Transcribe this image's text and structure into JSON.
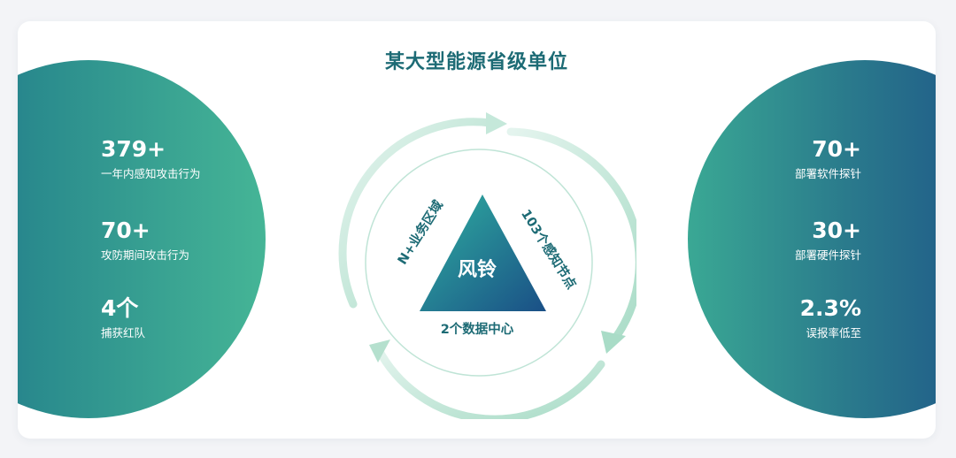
{
  "title": "某大型能源省级单位",
  "left_stats": [
    {
      "value": "379+",
      "label": "一年内感知攻击行为"
    },
    {
      "value": "70+",
      "label": "攻防期间攻击行为"
    },
    {
      "value": "4个",
      "label": "捕获红队"
    }
  ],
  "right_stats": [
    {
      "value": "70+",
      "label": "部署软件探针"
    },
    {
      "value": "30+",
      "label": "部署硬件探针"
    },
    {
      "value": "2.3%",
      "label": "误报率低至"
    }
  ],
  "diagram": {
    "core": "风铃",
    "left_side": "N+业务区域",
    "right_side": "103个感知节点",
    "bottom_side": "2个数据中心"
  },
  "colors": {
    "title": "#1d6b75",
    "teal": "#2aa89b",
    "navy": "#1a4a86",
    "ring": "#cfeadf"
  }
}
